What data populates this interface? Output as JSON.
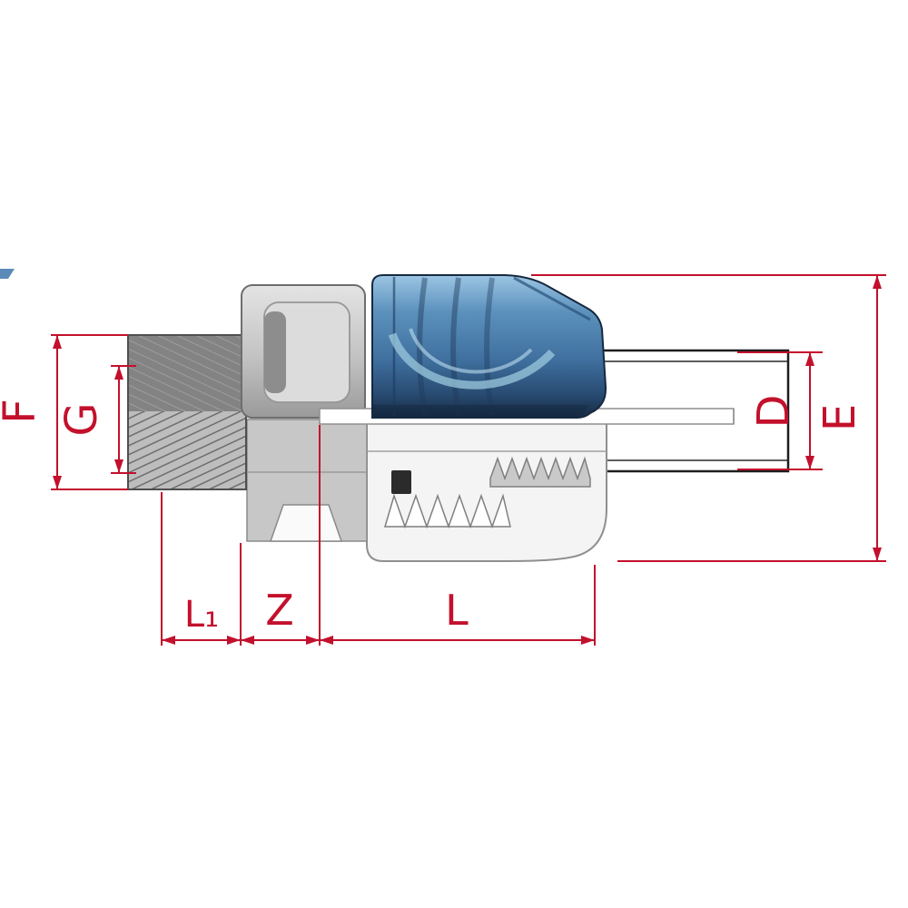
{
  "page": {
    "background": "#ffffff"
  },
  "diagram": {
    "type": "technical-dimension-drawing",
    "subject": "compression-fitting-female-threaded-coupling-section-view",
    "colors": {
      "dimension_red": "#c3102c",
      "nut_blue_light": "#8fc2e2",
      "nut_blue_mid": "#49789f",
      "nut_blue_dark": "#1b3350",
      "metal_gray": "#8c8c8c",
      "cap_gray": "#cfcfcf",
      "body_white": "#f4f4f4",
      "outline_dark": "#2a2a2a"
    },
    "dimension_labels": {
      "F": "F",
      "G": "G",
      "D": "D",
      "E": "E",
      "L1": "L₁",
      "Z": "Z",
      "L": "L"
    }
  }
}
